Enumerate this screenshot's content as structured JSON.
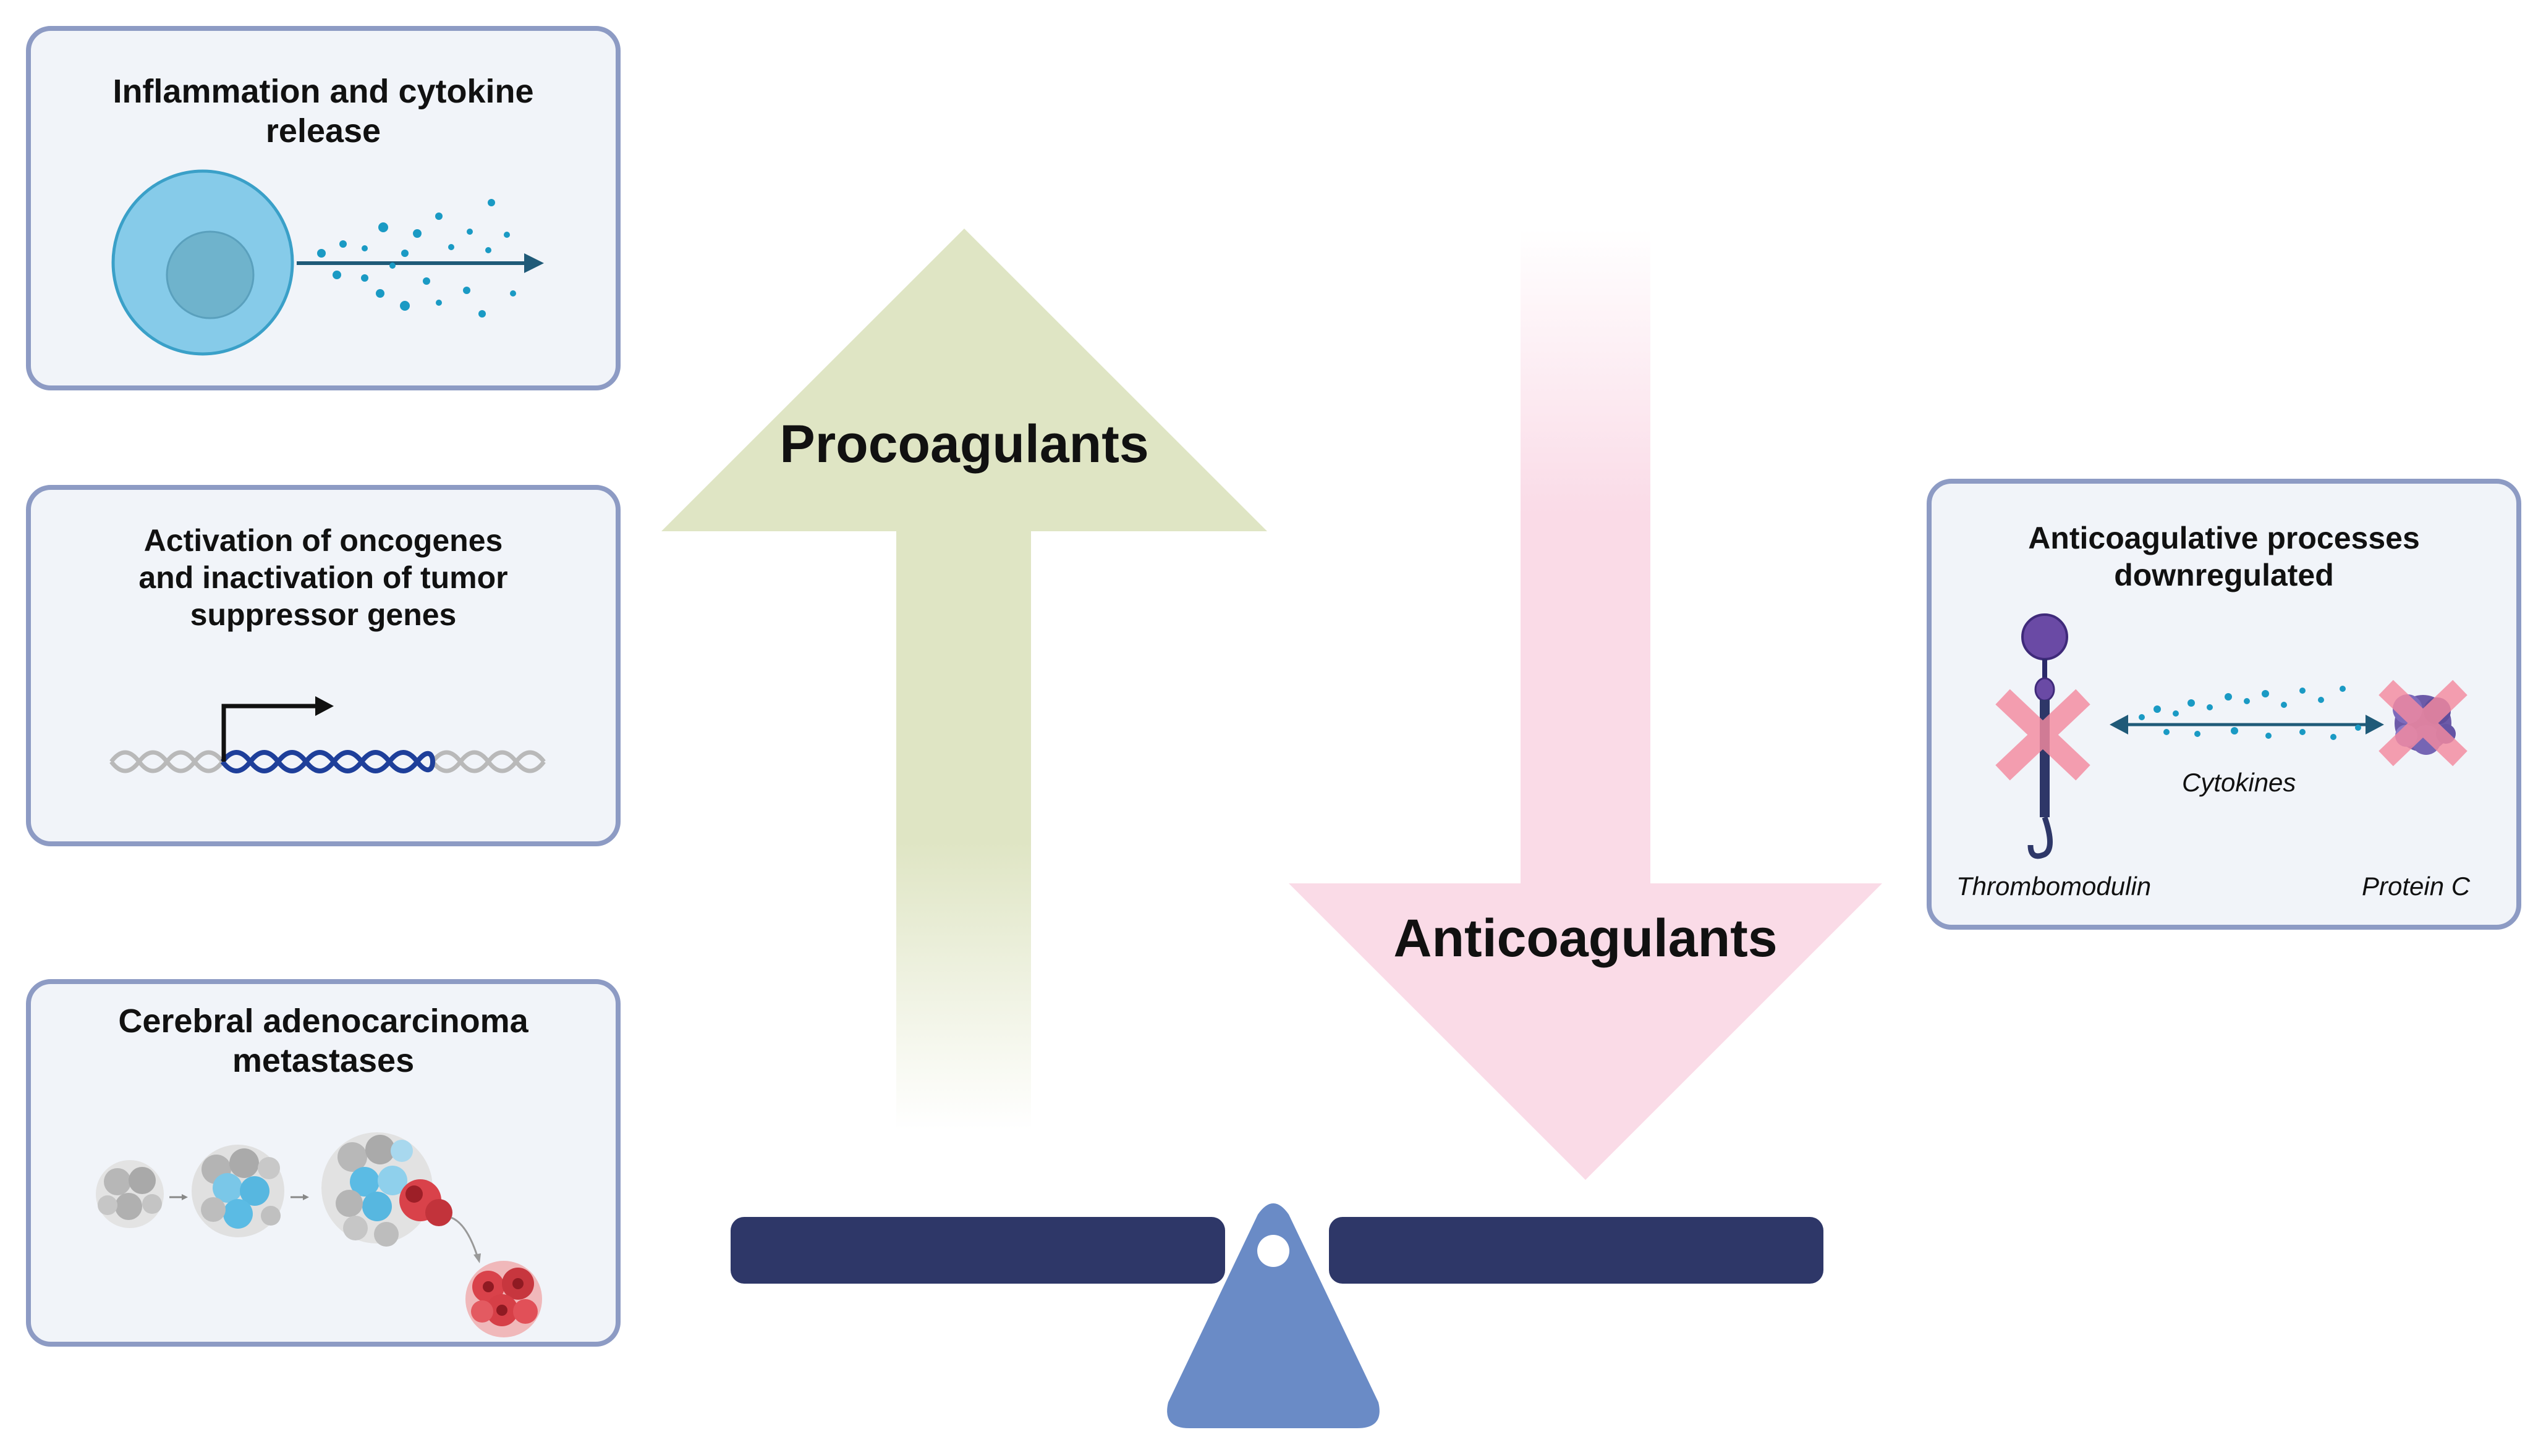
{
  "panels": {
    "inflammation": {
      "title": "Inflammation and cytokine\nrelease"
    },
    "oncogenes": {
      "title": "Activation of oncogenes\nand inactivation of tumor\nsuppressor genes"
    },
    "metastases": {
      "title": "Cerebral adenocarcinoma\nmetastases"
    },
    "anticoag_processes": {
      "title": "Anticoagulative processes\ndownregulated",
      "cytokines_label": "Cytokines",
      "thrombomodulin_label": "Thrombomodulin",
      "protein_c_label": "Protein C"
    }
  },
  "arrows": {
    "procoagulants": {
      "label": "Procoagulants",
      "direction": "up",
      "color": "#dfe5c4"
    },
    "anticoagulants": {
      "label": "Anticoagulants",
      "direction": "down",
      "color": "#fadbe7"
    }
  },
  "colors": {
    "panel_border": "#8d9bc4",
    "panel_fill": "#f1f4f9",
    "scale_beam": "#2e3768",
    "scale_fulcrum": "#6a8bc6",
    "cell_fill": "#86cbe9",
    "cross": "#f48aa0"
  },
  "icons": [
    "cell-icon",
    "dna-promoter-icon",
    "tumor-cluster-icon",
    "thrombomodulin-icon",
    "protein-c-icon",
    "cross-icon",
    "balance-scale-icon"
  ]
}
